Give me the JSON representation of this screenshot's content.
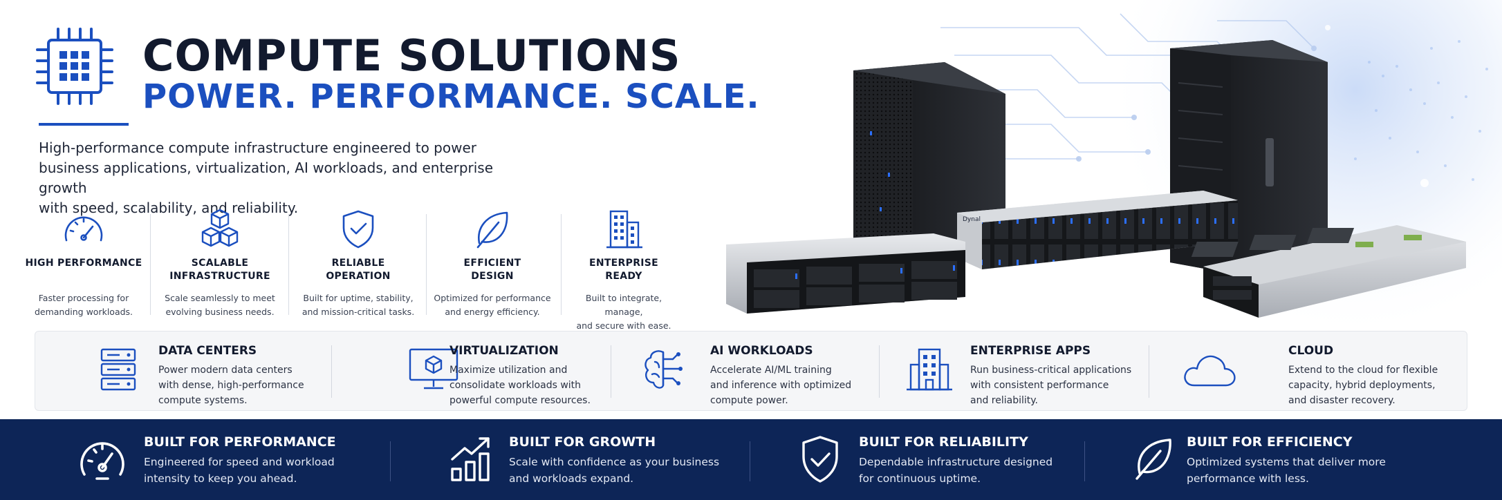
{
  "header": {
    "title": "COMPUTE SOLUTIONS",
    "subtitle": "POWER. PERFORMANCE. SCALE.",
    "intro_lines": [
      "High-performance compute infrastructure engineered to power",
      "business applications, virtualization, AI workloads, and enterprise growth",
      "with speed, scalability, and reliability."
    ],
    "logo_icon": "processor-chip-icon"
  },
  "features": [
    {
      "icon": "speedometer-icon",
      "title_lines": [
        "HIGH PERFORMANCE"
      ],
      "desc_lines": [
        "Faster processing for",
        "demanding workloads."
      ]
    },
    {
      "icon": "stacked-cubes-icon",
      "title_lines": [
        "SCALABLE",
        "INFRASTRUCTURE"
      ],
      "desc_lines": [
        "Scale seamlessly to meet",
        "evolving business needs."
      ]
    },
    {
      "icon": "shield-check-icon",
      "title_lines": [
        "RELIABLE",
        "OPERATION"
      ],
      "desc_lines": [
        "Built for uptime, stability,",
        "and mission-critical tasks."
      ]
    },
    {
      "icon": "leaf-icon",
      "title_lines": [
        "EFFICIENT",
        "DESIGN"
      ],
      "desc_lines": [
        "Optimized for performance",
        "and energy efficiency."
      ]
    },
    {
      "icon": "office-building-icon",
      "title_lines": [
        "ENTERPRISE",
        "READY"
      ],
      "desc_lines": [
        "Built to integrate, manage,",
        "and secure with ease."
      ]
    }
  ],
  "server_badge": "Dynal",
  "use_cases": [
    {
      "icon": "server-rack-icon",
      "title": "DATA CENTERS",
      "desc_lines": [
        "Power modern data centers",
        "with dense, high-performance",
        "compute systems."
      ]
    },
    {
      "icon": "monitor-cube-icon",
      "title": "VIRTUALIZATION",
      "desc_lines": [
        "Maximize utilization and",
        "consolidate workloads with",
        "powerful compute resources."
      ]
    },
    {
      "icon": "ai-brain-icon",
      "title": "AI WORKLOADS",
      "desc_lines": [
        "Accelerate AI/ML training",
        "and inference with optimized",
        "compute power."
      ]
    },
    {
      "icon": "office-building-icon",
      "title": "ENTERPRISE APPS",
      "desc_lines": [
        "Run business-critical applications",
        "with consistent performance",
        "and reliability."
      ]
    },
    {
      "icon": "cloud-icon",
      "title": "CLOUD",
      "desc_lines": [
        "Extend to the cloud for flexible",
        "capacity, hybrid deployments,",
        "and disaster recovery."
      ]
    }
  ],
  "benefits": [
    {
      "icon": "gauge-icon",
      "title": "BUILT FOR PERFORMANCE",
      "desc_lines": [
        "Engineered for speed and workload",
        "intensity to keep you ahead."
      ]
    },
    {
      "icon": "growth-chart-icon",
      "title": "BUILT FOR GROWTH",
      "desc_lines": [
        "Scale with confidence as your business",
        "and workloads expand."
      ]
    },
    {
      "icon": "shield-check-icon",
      "title": "BUILT FOR RELIABILITY",
      "desc_lines": [
        "Dependable infrastructure designed",
        "for continuous uptime."
      ]
    },
    {
      "icon": "leaf-icon",
      "title": "BUILT FOR EFFICIENCY",
      "desc_lines": [
        "Optimized systems that deliver more",
        "performance with less."
      ]
    }
  ],
  "colors": {
    "accent_blue": "#1b4fbf",
    "heading_dark": "#121a2e",
    "navy_band": "#0d2557",
    "panel_bg": "#f5f6f8"
  }
}
